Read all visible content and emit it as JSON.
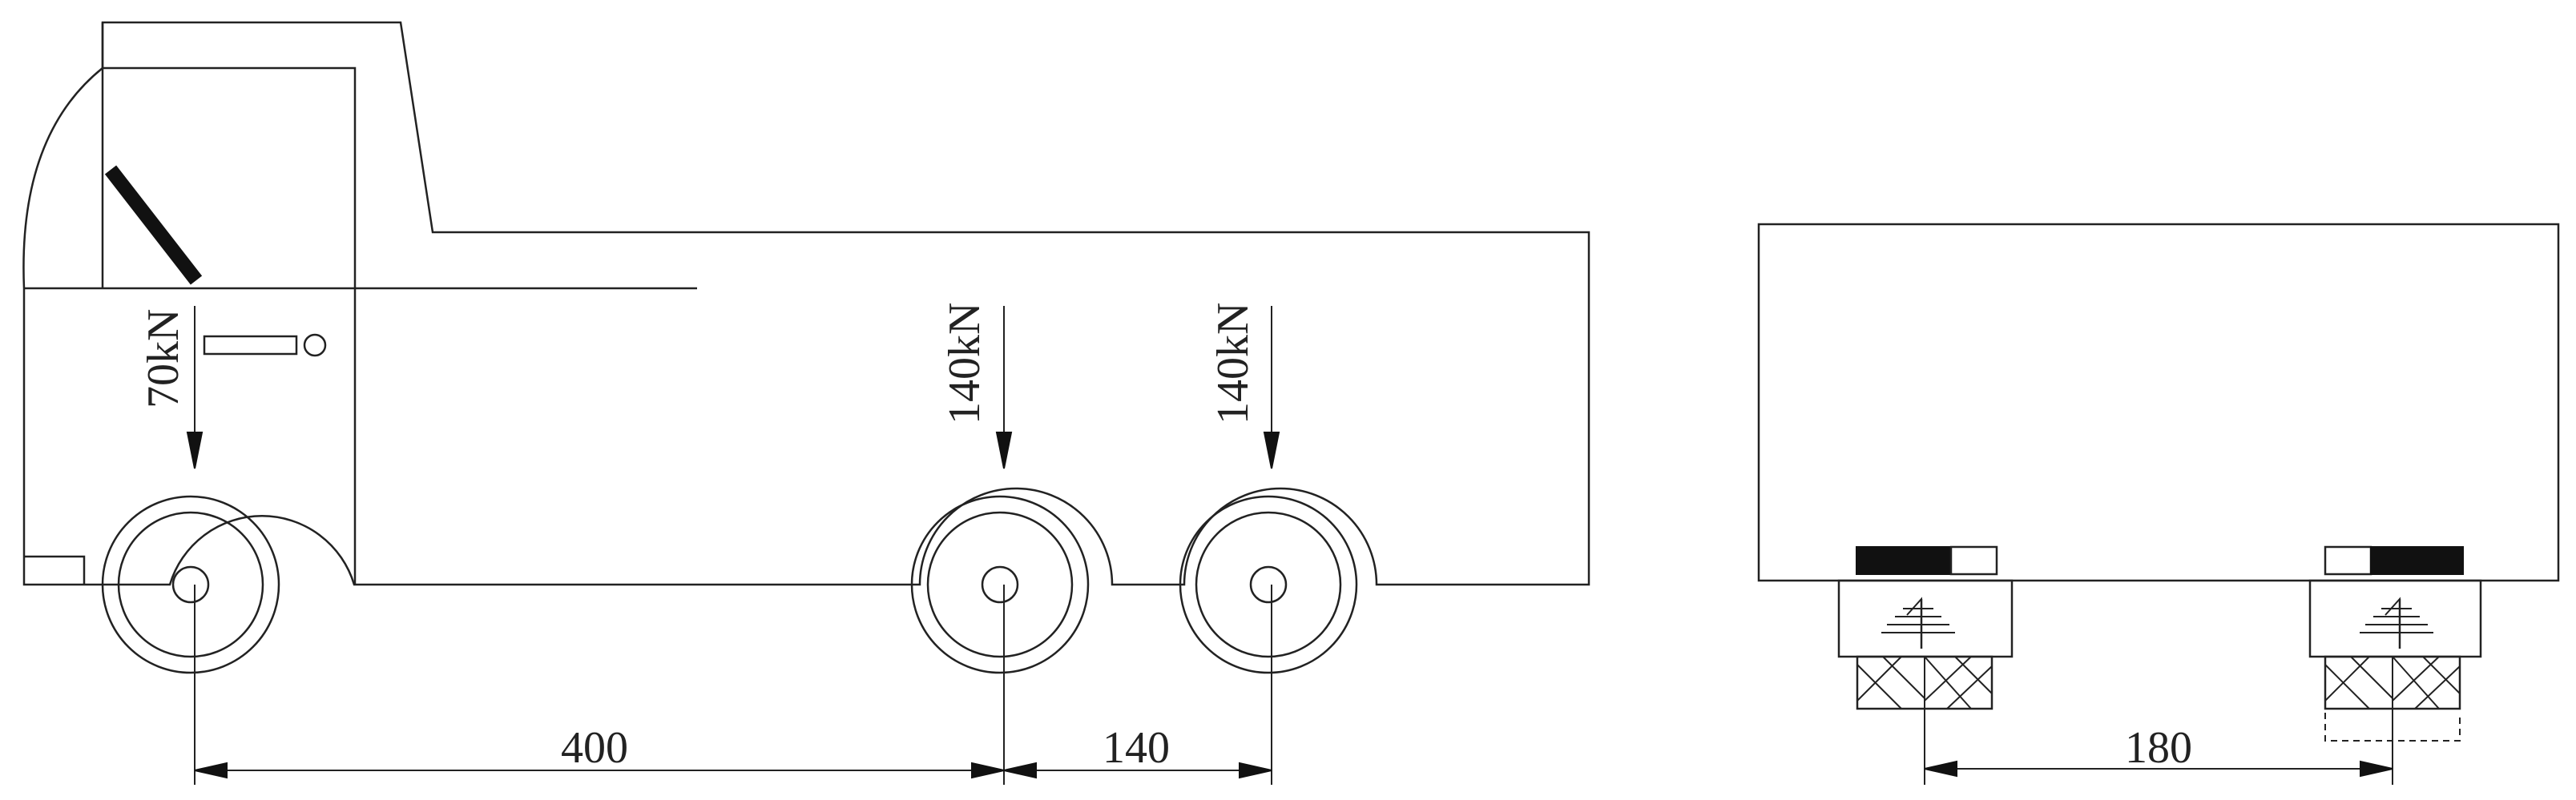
{
  "loads": {
    "front": "70kN",
    "middle": "140kN",
    "rear": "140kN"
  },
  "dimensions": {
    "front_to_middle": "400",
    "middle_to_rear": "140",
    "track_width": "180"
  },
  "colors": {
    "line": "#222222",
    "background": "#ffffff"
  }
}
